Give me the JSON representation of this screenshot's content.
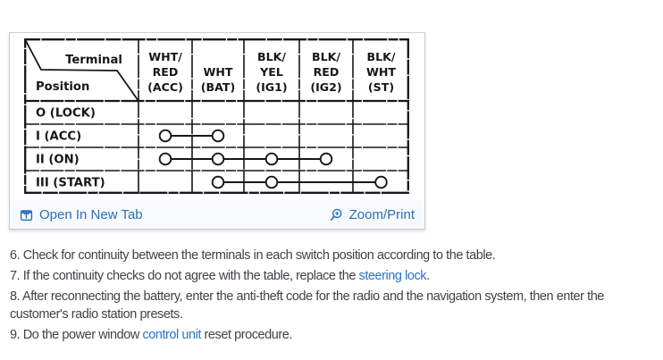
{
  "card": {
    "footer": {
      "open_in_new_tab_label": "Open In New Tab",
      "zoom_print_label": "Zoom/Print",
      "link_color": "#2a6db8",
      "icons": {
        "open_in_new_tab": "open-in-new-tab-icon",
        "zoom_print": "zoom-magnifier-plus-icon"
      }
    }
  },
  "diagram": {
    "ink_color": "#171717",
    "corner": {
      "top_right_label": "Terminal",
      "bottom_left_label": "Position"
    },
    "columns": [
      {
        "id": "acc",
        "lines": [
          "WHT/",
          "RED",
          "(ACC)"
        ]
      },
      {
        "id": "bat",
        "lines": [
          "WHT",
          "(BAT)"
        ]
      },
      {
        "id": "ig1",
        "lines": [
          "BLK/",
          "YEL",
          "(IG1)"
        ]
      },
      {
        "id": "ig2",
        "lines": [
          "BLK/",
          "RED",
          "(IG2)"
        ]
      },
      {
        "id": "st",
        "lines": [
          "BLK/",
          "WHT",
          "(ST)"
        ]
      }
    ],
    "rows": [
      {
        "label": "O (LOCK)",
        "connected": []
      },
      {
        "label": "I (ACC)",
        "connected": [
          "acc",
          "bat"
        ]
      },
      {
        "label": "II (ON)",
        "connected": [
          "acc",
          "bat",
          "ig1",
          "ig2"
        ]
      },
      {
        "label": "III (START)",
        "connected": [
          "bat",
          "ig1",
          "st"
        ]
      }
    ]
  },
  "instructions": {
    "text_color": "#3f4347",
    "link_color": "#2b74c4",
    "steps": [
      {
        "segments": [
          {
            "text": "6. Check for continuity between the terminals in each switch position according to the table."
          }
        ]
      },
      {
        "segments": [
          {
            "text": "7. If the continuity checks do not agree with the table, replace the "
          },
          {
            "text": "steering lock",
            "link": "steering-lock-link"
          },
          {
            "text": "."
          }
        ]
      },
      {
        "segments": [
          {
            "text": "8. After reconnecting the battery, enter the anti-theft code for the radio and the navigation system, then enter the customer's radio station presets."
          }
        ]
      },
      {
        "segments": [
          {
            "text": "9. Do the power window "
          },
          {
            "text": "control unit",
            "link": "control-unit-link"
          },
          {
            "text": " reset procedure."
          }
        ]
      }
    ]
  }
}
